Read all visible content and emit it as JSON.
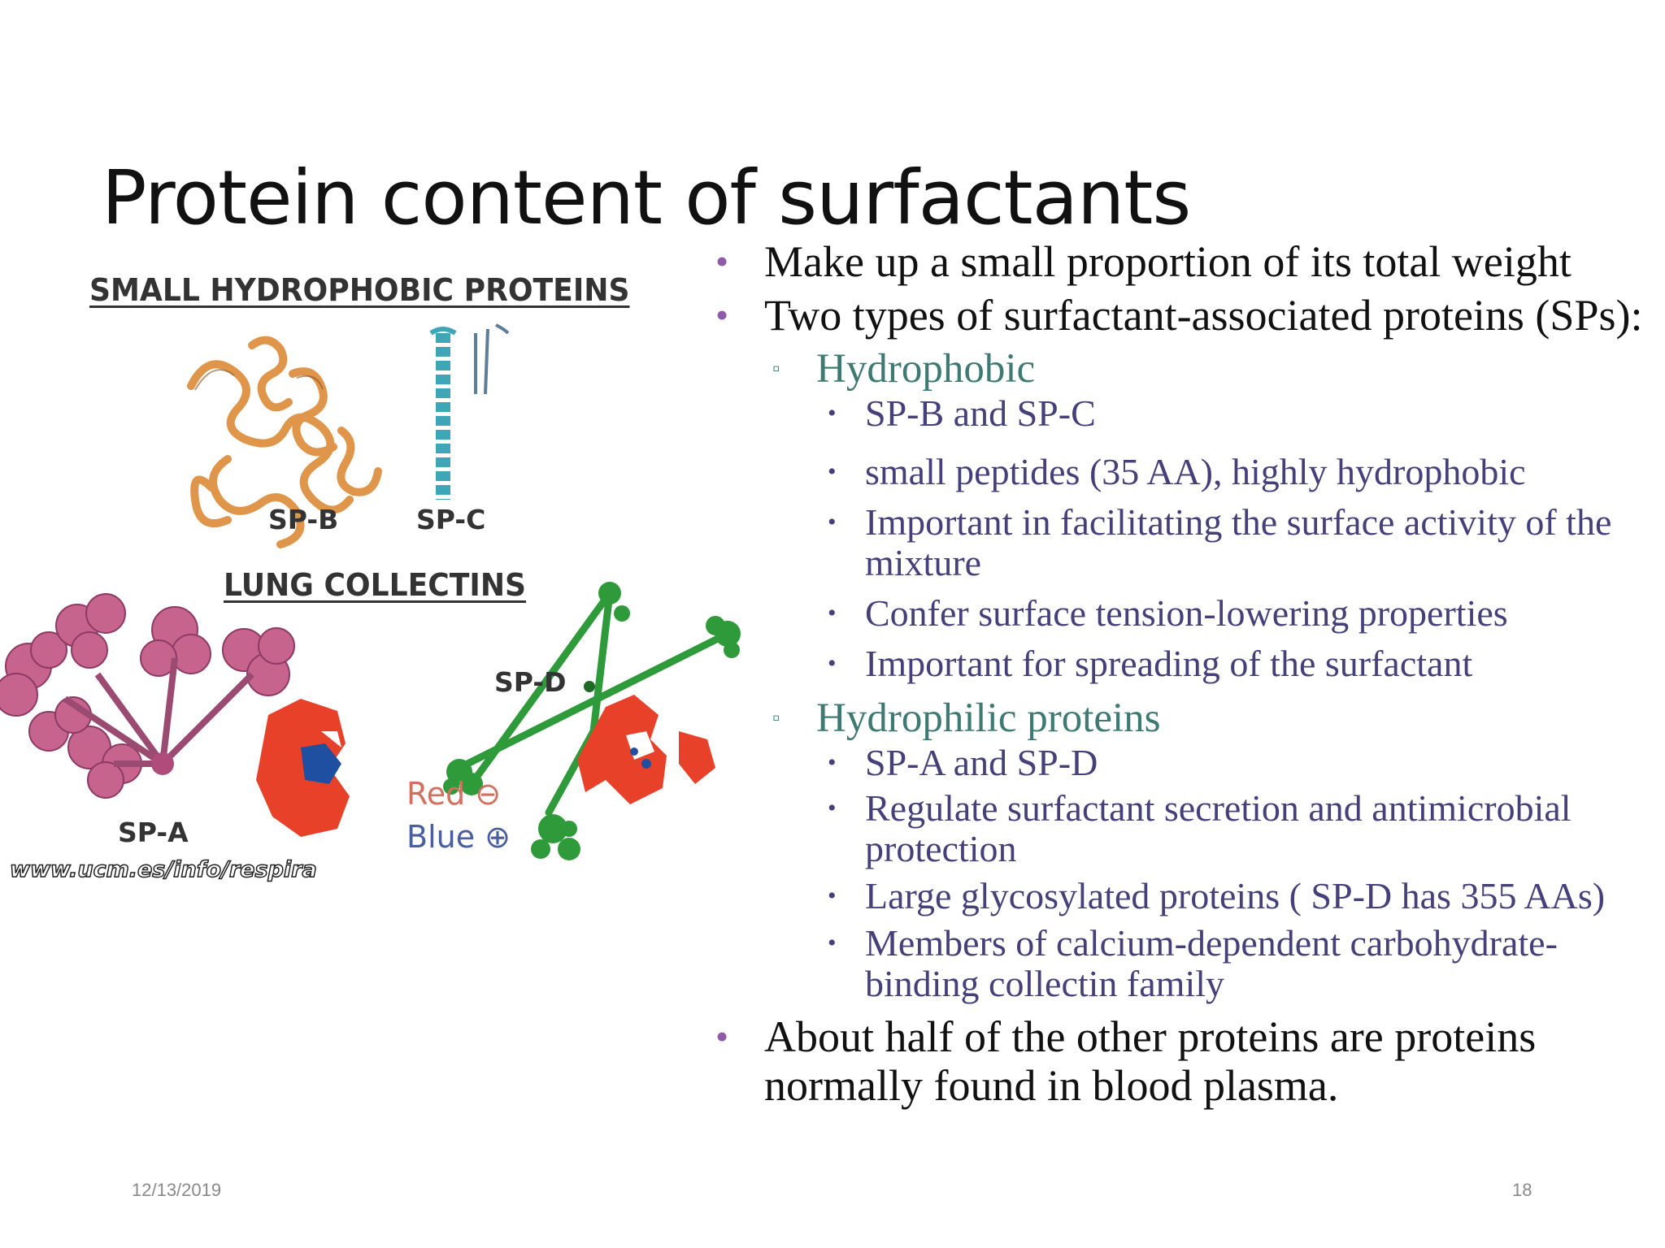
{
  "slide": {
    "title": "Protein content of surfactants",
    "date": "12/13/2019",
    "page_number": "18"
  },
  "figure": {
    "heading_top": "SMALL HYDROPHOBIC PROTEINS",
    "label_spb": "SP-B",
    "label_spc": "SP-C",
    "heading_bottom": "LUNG COLLECTINS",
    "label_spd": "SP-D",
    "label_spa": "SP-A",
    "legend_red": "Red ⊖",
    "legend_blue": "Blue ⊕",
    "url": "www.ucm.es/info/respira"
  },
  "content": {
    "bullet1": "Make up a small proportion of its total weight",
    "bullet2": "Two types of surfactant-associated proteins (SPs):",
    "hydrophobic": {
      "label": "Hydrophobic",
      "items": [
        "SP-B and SP-C",
        "small peptides (35 AA), highly hydrophobic",
        "Important in facilitating the surface activity of the mixture",
        "Confer surface tension-lowering properties",
        "Important for spreading of the surfactant"
      ]
    },
    "hydrophilic": {
      "label": "Hydrophilic proteins",
      "items": [
        "SP-A and SP-D",
        "Regulate surfactant secretion and antimicrobial protection",
        "Large glycosylated proteins ( SP-D has 355 AAs)",
        "Members of  calcium-dependent carbohydrate-binding collectin family"
      ]
    },
    "bullet3": "About half of the other proteins are proteins normally found in blood plasma."
  },
  "colors": {
    "bullet_marker": "#8f5aa8",
    "level2_text": "#3e7a72",
    "level3_text": "#46407a",
    "spb_orange": "#e0964a",
    "spc_teal": "#3fa6b8",
    "collectin_pink": "#c6648e",
    "spd_green": "#2f9a3a",
    "charge_red": "#e8412a",
    "charge_blue": "#1f4fa0"
  }
}
